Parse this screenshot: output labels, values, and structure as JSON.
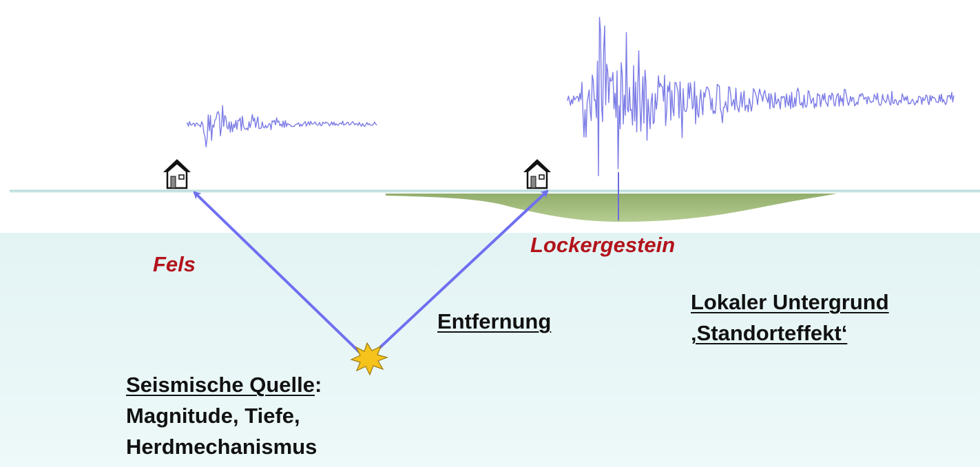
{
  "colors": {
    "ground": "#e9f6f6",
    "surface_line": "#b9dede",
    "sediment": "#8fae62",
    "ray": "#6f6ff0",
    "seismogram": "#7b7be6",
    "label_red": "#b3131b",
    "text": "#111111",
    "burst": "#f6c21c"
  },
  "icons": {
    "house": "house-icon",
    "source": "explosion-star-icon"
  },
  "labels": {
    "rock": "Fels",
    "soft_soil": "Lockergestein",
    "distance": "Entfernung",
    "local_ground_line1": "Lokaler Untergrund",
    "local_ground_line2": "‚Standorteffekt‘",
    "source_title": "Seismische Quelle",
    "source_colon": ":",
    "source_line2": "Magnitude, Tiefe,",
    "source_line3": "Herdmechanismus"
  }
}
